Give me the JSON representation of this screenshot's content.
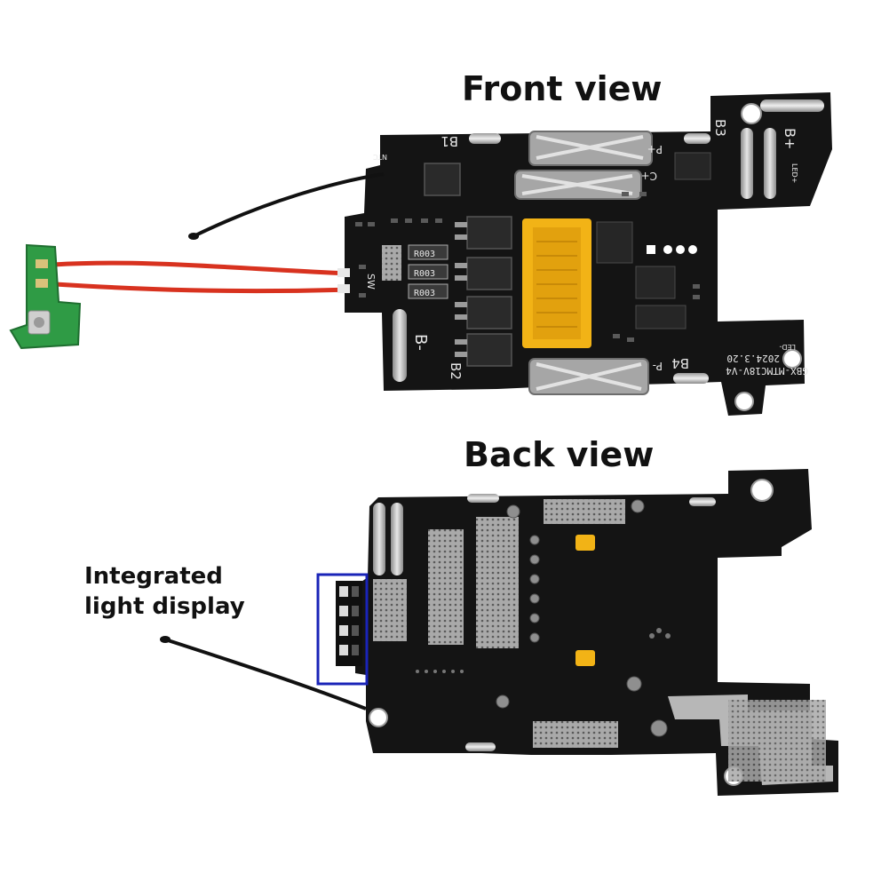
{
  "front": {
    "title": "Front view",
    "silkscreen": {
      "b1": "B1",
      "b2": "B2",
      "b3": "B3",
      "b4": "B4",
      "b_plus": "B+",
      "b_minus": "B-",
      "p_plus": "P+",
      "p_minus": "P-",
      "c_plus": "C+",
      "sw": "SW",
      "ntc": "NTC",
      "led_plus": "LED+",
      "led_minus": "LED-",
      "model": "GBX-MTMC18V-V4",
      "date": "2024.3.20",
      "r003": "R003"
    }
  },
  "back": {
    "title": "Back view",
    "annotation": {
      "line1": "Integrated",
      "line2": "light display"
    }
  },
  "colors": {
    "pcb": "#161616",
    "pad_silver": "#bdbdbd",
    "connector_yellow": "#f2b316",
    "wire_red": "#d8321f",
    "button_board_green": "#2f9b45",
    "highlight_box": "#1a24b8"
  }
}
